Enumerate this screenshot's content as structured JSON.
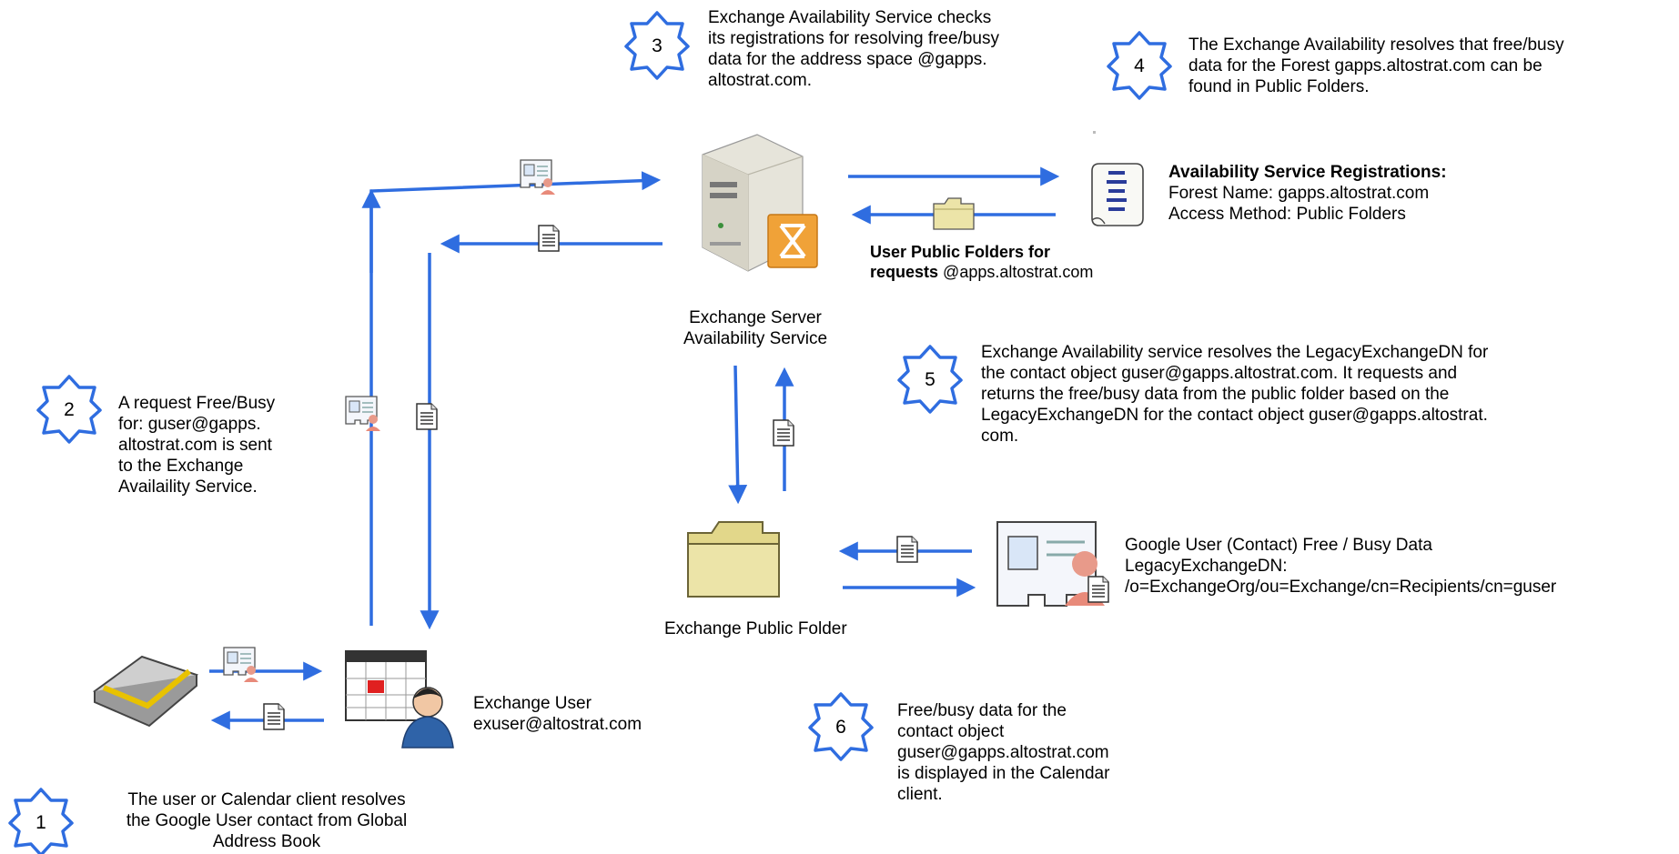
{
  "steps": [
    {
      "number": "1",
      "lines": [
        "The user or Calendar client resolves",
        "the Google User contact  from Global",
        "Address Book"
      ]
    },
    {
      "number": "2",
      "lines": [
        "A request Free/Busy",
        "for:  guser@gapps.",
        "altostrat.com is sent",
        "to the Exchange",
        "Availaility Service."
      ]
    },
    {
      "number": "3",
      "lines": [
        "Exchange Availability Service checks",
        "its registrations for resolving free/busy",
        "data for the address space @gapps.",
        "altostrat.com."
      ]
    },
    {
      "number": "4",
      "lines": [
        "The Exchange Availability resolves that free/busy",
        "data for the Forest gapps.altostrat.com can be",
        "found in Public Folders."
      ]
    },
    {
      "number": "5",
      "lines": [
        "Exchange Availability service resolves the LegacyExchangeDN for",
        "the contact object guser@gapps.altostrat.com. It requests and",
        "returns  the free/busy data from the public folder based on the",
        "LegacyExchangeDN for the contact object guser@gapps.altostrat.",
        "com."
      ]
    },
    {
      "number": "6",
      "lines": [
        "Free/busy data for the",
        "contact object",
        "guser@gapps.altostrat.com",
        "is displayed in the Calendar",
        "client."
      ]
    }
  ],
  "nodes": {
    "exchange_server": {
      "lines": [
        "Exchange Server",
        "Availability Service"
      ]
    },
    "public_folder": {
      "label": "Exchange Public Folder"
    },
    "exchange_user": {
      "lines": [
        "Exchange User",
        "exuser@altostrat.com"
      ]
    },
    "registrations": {
      "title": "Availability Service Registrations:",
      "lines": [
        "Forest Name: gapps.altostrat.com",
        "Access Method: Public Folders"
      ]
    },
    "public_folders_requests": {
      "bold1": "User Public Folders for",
      "bold2": "requests",
      "rest": " @apps.altostrat.com"
    },
    "google_user": {
      "lines": [
        "Google User (Contact) Free / Busy Data",
        "LegacyExchangeDN:",
        "/o=ExchangeOrg/ou=Exchange/cn=Recipients/cn=guser"
      ]
    }
  },
  "colors": {
    "arrow": "#2f6de0",
    "star_stroke": "#2f6de0",
    "folder": "#ece4a8",
    "server": "#e6e4da",
    "exchange_logo": "#f0a238"
  },
  "icons": [
    "address-book-icon",
    "calendar-user-icon",
    "contact-card-icon",
    "document-icon",
    "server-icon",
    "folder-icon",
    "scroll-icon"
  ]
}
